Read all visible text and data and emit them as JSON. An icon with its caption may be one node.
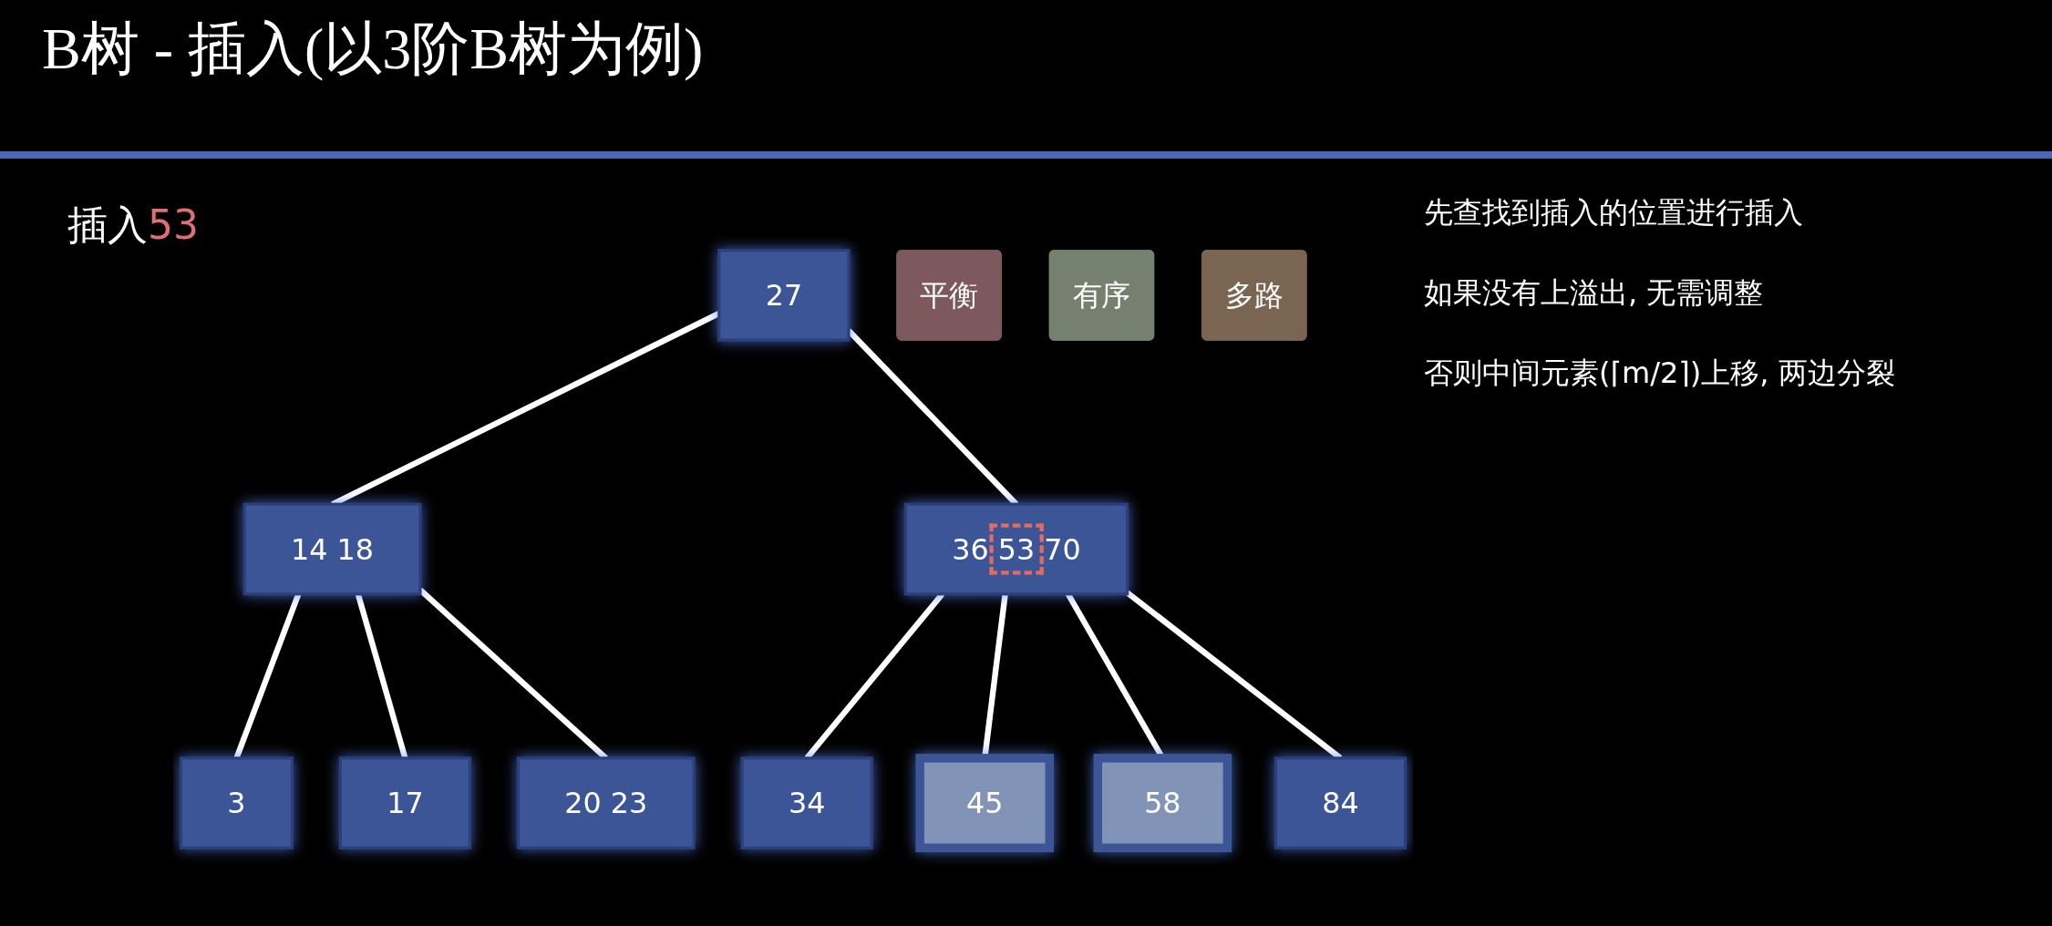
{
  "diagram": {
    "title": "B树 - 插入(以3阶B树为例)",
    "nodes": [
      {
        "text": [
          "平衡"
        ]
      },
      {
        "text": [
          "有序"
        ]
      },
      {
        "text": [
          "多路"
        ]
      },
      {
        "text": [
          "27"
        ]
      },
      {
        "text": [
          "14 18"
        ]
      },
      {
        "text": [
          "36 53 70"
        ]
      },
      {
        "text": [
          "3"
        ]
      },
      {
        "text": [
          "17"
        ]
      },
      {
        "text": [
          "20 23"
        ]
      },
      {
        "text": [
          "34"
        ]
      },
      {
        "text": [
          "45"
        ]
      },
      {
        "text": [
          "58"
        ]
      },
      {
        "text": [
          "84"
        ]
      }
    ],
    "edges": [
      {
        "from": 3,
        "to": 4,
        "arrow": "none"
      },
      {
        "from": 3,
        "to": 5,
        "arrow": "none"
      },
      {
        "from": 4,
        "to": 6,
        "arrow": "none"
      },
      {
        "from": 4,
        "to": 7,
        "arrow": "none"
      },
      {
        "from": 4,
        "to": 8,
        "arrow": "none"
      },
      {
        "from": 5,
        "to": 9,
        "arrow": "none"
      },
      {
        "from": 5,
        "to": 10,
        "arrow": "none"
      },
      {
        "from": 5,
        "to": 11,
        "arrow": "none"
      },
      {
        "from": 5,
        "to": 12,
        "arrow": "none"
      }
    ],
    "labels": [
      "插入53",
      "先查找到插入的位置进行插入",
      "如果没有上溢出, 无需调整",
      "否则中间元素(⌈m/2⌉)上移, 两边分裂"
    ]
  }
}
